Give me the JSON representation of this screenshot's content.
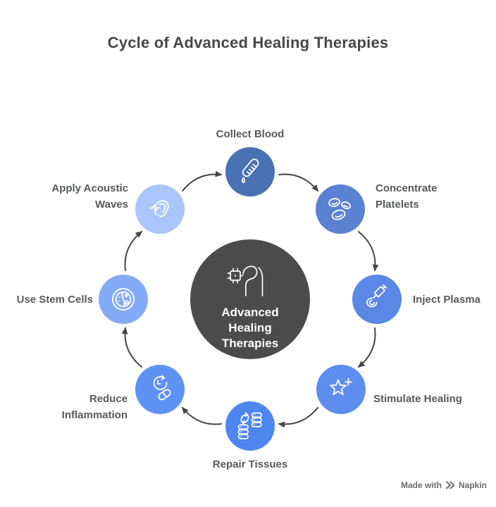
{
  "title": "Cycle of Advanced Healing Therapies",
  "center": {
    "icon": "hand-chip-icon",
    "color": "#4b4b4b",
    "lines": [
      "Advanced",
      "Healing",
      "Therapies"
    ]
  },
  "nodes": [
    {
      "id": "collect-blood",
      "label_lines": [
        "Collect Blood"
      ],
      "icon": "test-tube-icon",
      "color": "#4a71b4"
    },
    {
      "id": "concentrate-platelets",
      "label_lines": [
        "Concentrate",
        "Platelets"
      ],
      "icon": "platelets-icon",
      "color": "#5b81d3"
    },
    {
      "id": "inject-plasma",
      "label_lines": [
        "Inject Plasma"
      ],
      "icon": "syringe-icon",
      "color": "#5b87e6"
    },
    {
      "id": "stimulate-healing",
      "label_lines": [
        "Stimulate Healing"
      ],
      "icon": "star-plus-icon",
      "color": "#5c8def"
    },
    {
      "id": "repair-tissues",
      "label_lines": [
        "Repair Tissues"
      ],
      "icon": "tissue-stacks-icon",
      "color": "#4e86f0"
    },
    {
      "id": "reduce-inflammation",
      "label_lines": [
        "Reduce",
        "Inflammation"
      ],
      "icon": "clock-pill-icon",
      "color": "#5e92f5"
    },
    {
      "id": "use-stem-cells",
      "label_lines": [
        "Use Stem Cells"
      ],
      "icon": "stem-cell-icon",
      "color": "#84abf8"
    },
    {
      "id": "apply-acoustic-waves",
      "label_lines": [
        "Apply Acoustic",
        "Waves"
      ],
      "icon": "ear-wave-icon",
      "color": "#abc6fb"
    }
  ],
  "arrows": {
    "color": "#464646"
  },
  "watermark": {
    "made_with": "Made with",
    "brand": "Napkin"
  }
}
